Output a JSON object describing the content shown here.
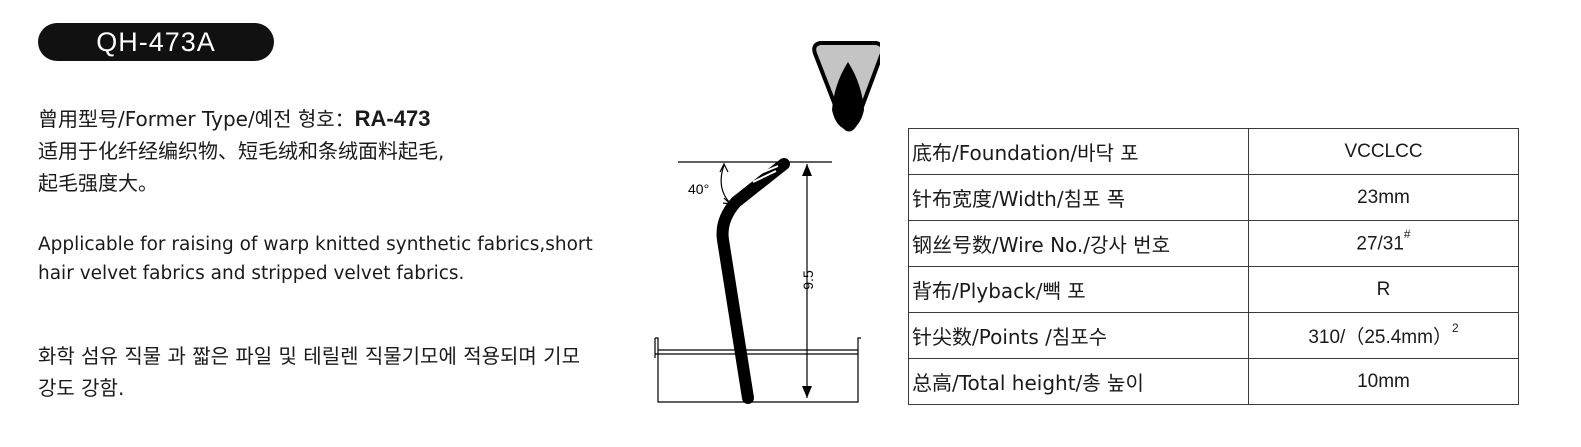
{
  "model": "QH-473A",
  "description": {
    "former_type_prefix": "曾用型号/Former Type/예전 형호：",
    "former_type_value": "RA-473",
    "zh_line2": "适用于化纤经编织物、短毛绒和条绒面料起毛,",
    "zh_line3": "起毛强度大。",
    "en": "Applicable for raising of warp knitted synthetic fabrics,short hair velvet fabrics and stripped velvet fabrics.",
    "ko": "화학 섬유 직물 과 짧은 파일 및 테릴렌 직물기모에 적용되며 기모 강도 강함."
  },
  "diagram": {
    "angle_label": "40°",
    "height_label": "9.5"
  },
  "specs": [
    {
      "label": "底布/Foundation/바닥 포",
      "value": "VCCLCC",
      "sup": ""
    },
    {
      "label": "针布宽度/Width/침포 폭",
      "value": "23mm",
      "sup": ""
    },
    {
      "label": "钢丝号数/Wire No./강사 번호",
      "value": "27/31",
      "sup": "#"
    },
    {
      "label": "背布/Plyback/빽 포",
      "value": "R",
      "sup": ""
    },
    {
      "label": "针尖数/Points /침포수",
      "value": "310/（25.4mm）",
      "sup": "2"
    },
    {
      "label": "总高/Total height/총 높이",
      "value": "10mm",
      "sup": ""
    }
  ]
}
